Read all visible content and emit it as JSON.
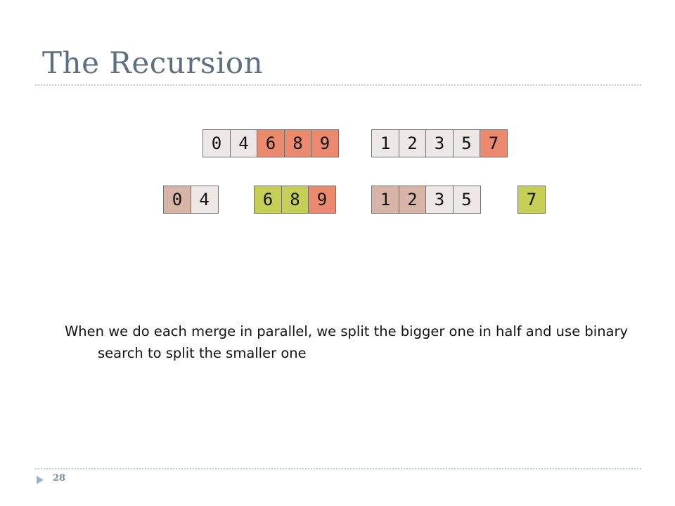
{
  "slide": {
    "title": "The Recursion",
    "caption": "When we do each merge in parallel, we split the bigger one in half and use binary search to split the smaller one",
    "page_number": "28"
  },
  "colors": {
    "light": "#ede7e5",
    "tan": "#d6b5a6",
    "salmon": "#ec8a70",
    "green": "#c5cf56",
    "title": "#5e6f80"
  },
  "arrays": {
    "row1_left": [
      "0",
      "4",
      "6",
      "8",
      "9"
    ],
    "row1_right": [
      "1",
      "2",
      "3",
      "5",
      "7"
    ],
    "row2_a": [
      "0",
      "4"
    ],
    "row2_b": [
      "6",
      "8",
      "9"
    ],
    "row2_c": [
      "1",
      "2",
      "3",
      "5"
    ],
    "row2_d": [
      "7"
    ]
  }
}
